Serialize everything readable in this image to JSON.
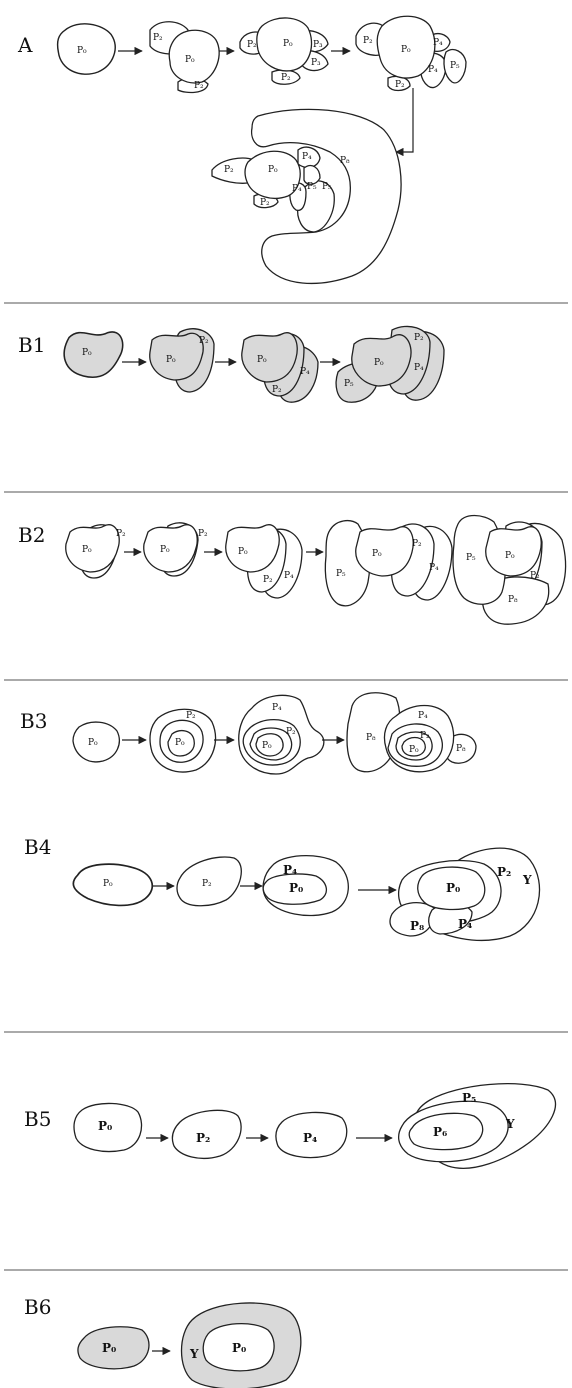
{
  "sections": {
    "A": "A",
    "B1": "B1",
    "B2": "B2",
    "B3": "B3",
    "B4": "B4",
    "B5": "B5",
    "B6": "B6"
  },
  "labels": {
    "p0": "P₀",
    "p2": "P₂",
    "p3": "P₃",
    "p4": "P₄",
    "p5": "P₅",
    "p6": "P₆",
    "p8": "P₈",
    "y": "Y"
  }
}
